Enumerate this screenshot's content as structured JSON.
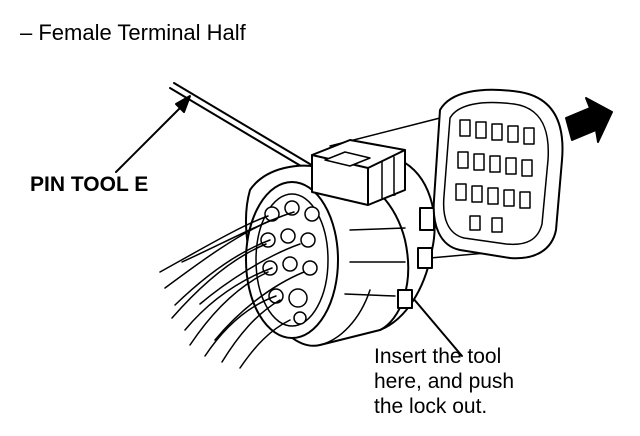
{
  "title": "– Female Terminal Half",
  "labels": {
    "pin_tool": "PIN TOOL E",
    "instruction": [
      "Insert the tool",
      "here, and push",
      "the lock out."
    ]
  },
  "colors": {
    "ink": "#000000",
    "background": "#ffffff"
  },
  "icons": [
    "arrow-right-icon"
  ]
}
